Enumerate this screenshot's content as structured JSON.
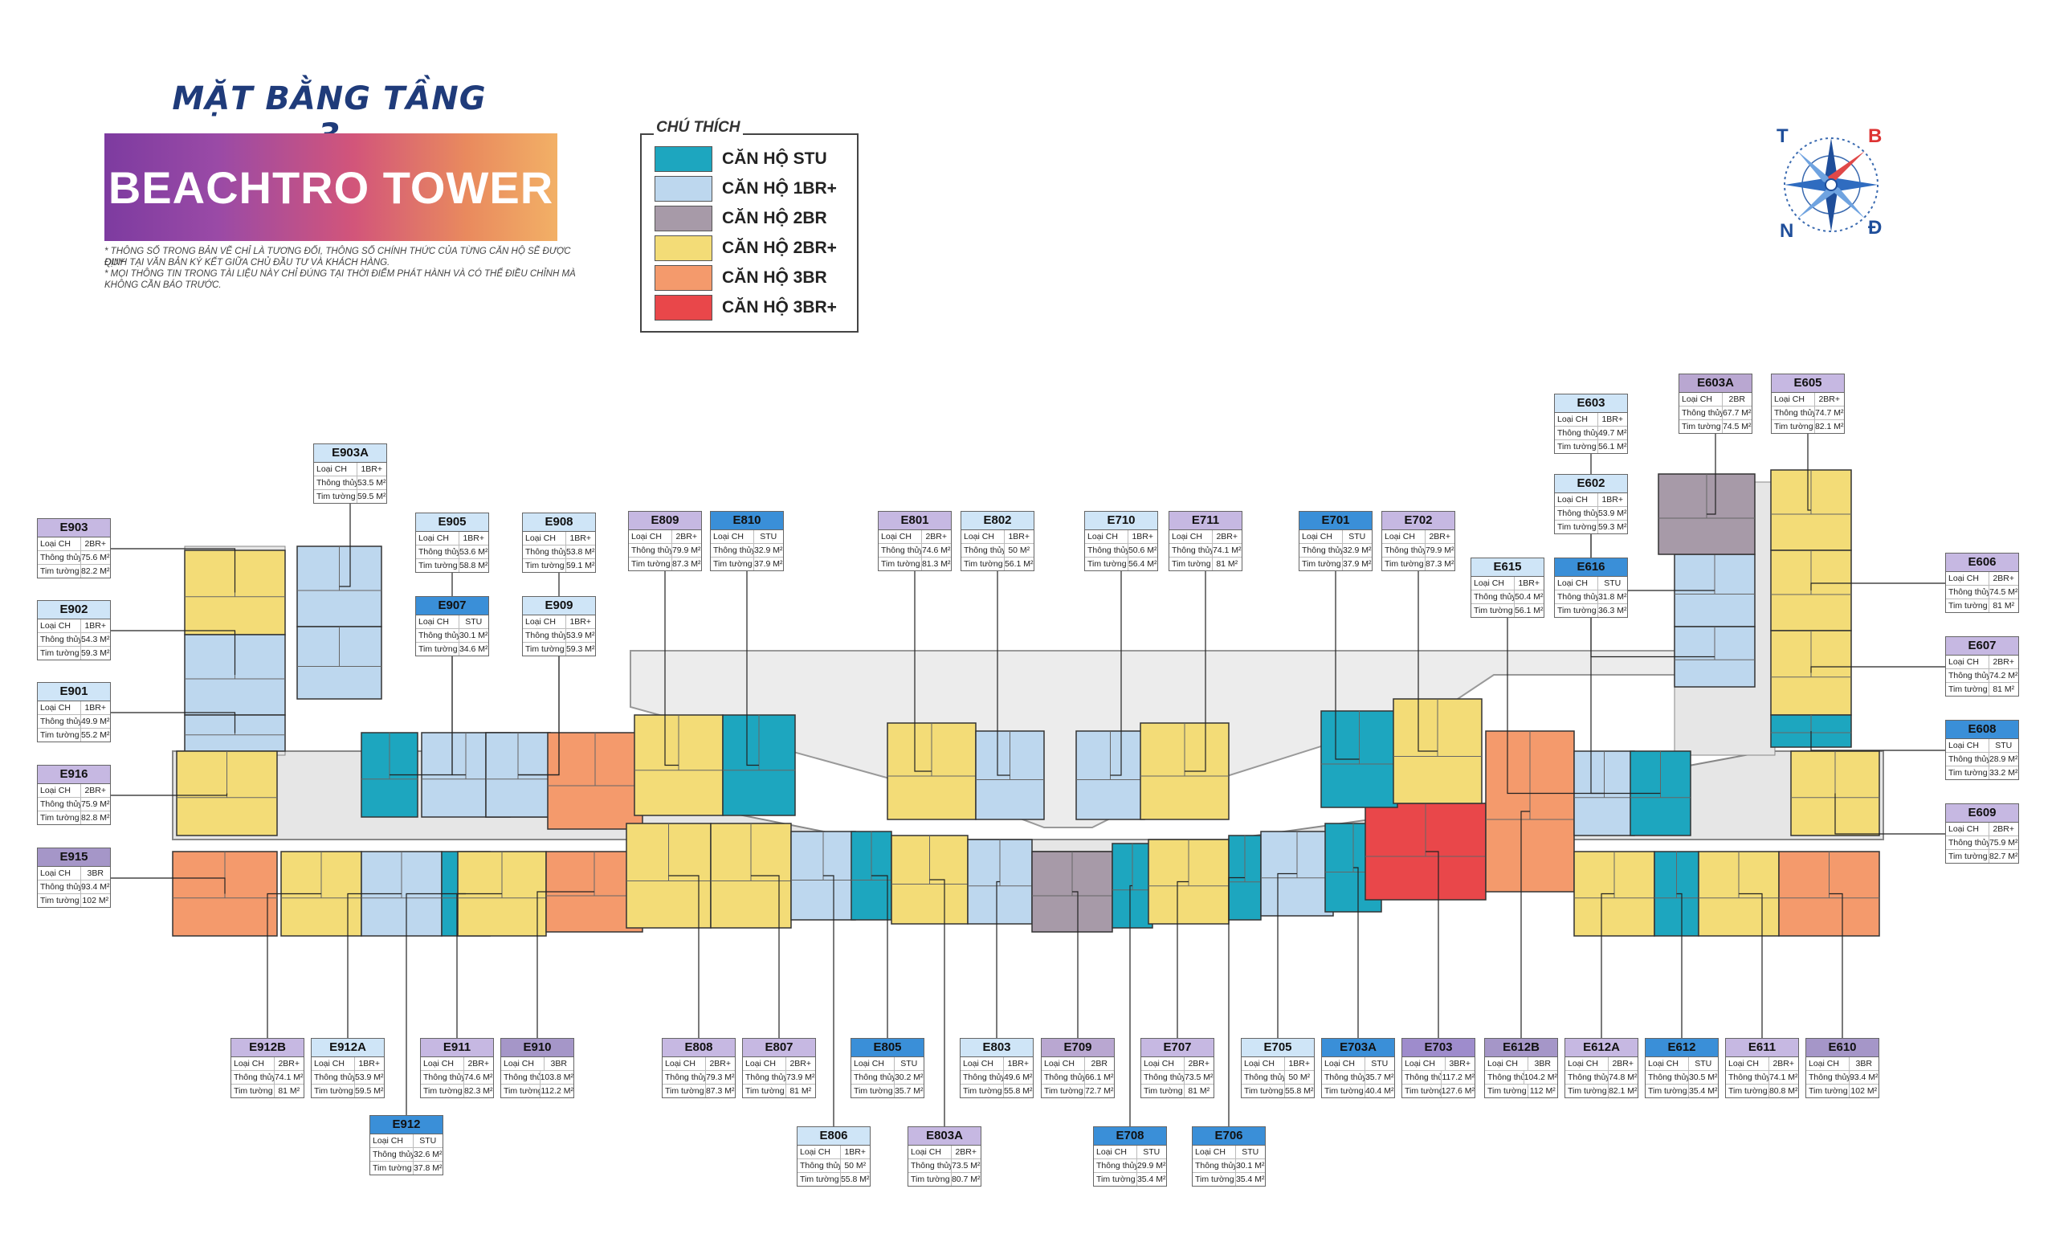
{
  "title": "MẶT BẰNG TẦNG 3",
  "banner": "BEACHTRO TOWER",
  "notes": [
    "* THÔNG SỐ TRONG BẢN VẼ CHỈ LÀ TƯƠNG ĐỐI, THÔNG SỐ CHÍNH THỨC CỦA TỪNG CĂN HỘ SẼ ĐƯỢC QUY",
    "ĐỊNH TẠI VĂN BẢN KÝ KẾT  GIỮA CHỦ ĐẦU TƯ VÀ KHÁCH HÀNG.",
    "* MỌI THÔNG TIN TRONG TÀI LIỆU NÀY CHỈ ĐÚNG TẠI THỜI ĐIỂM PHÁT HÀNH VÀ CÓ THỂ ĐIỀU CHỈNH MÀ",
    "KHÔNG CẦN BÁO TRƯỚC."
  ],
  "legend": {
    "title": "CHÚ THÍCH",
    "items": [
      {
        "label": "CĂN HỘ STU",
        "color": "#1da6bf"
      },
      {
        "label": "CĂN HỘ 1BR+",
        "color": "#bdd7ee"
      },
      {
        "label": "CĂN HỘ 2BR",
        "color": "#a79aa8"
      },
      {
        "label": "CĂN HỘ 2BR+",
        "color": "#f3dc77"
      },
      {
        "label": "CĂN HỘ 3BR",
        "color": "#f49a6c"
      },
      {
        "label": "CĂN HỘ 3BR+",
        "color": "#e9474a"
      }
    ]
  },
  "compass": {
    "n_top": "T",
    "b": "B",
    "n": "N",
    "d": "Đ"
  },
  "row_labels": {
    "type": "Loại CH",
    "net": "Thông thủy",
    "gross": "Tim tường"
  },
  "header_colors": {
    "STU": "#3a8fd8",
    "1BR+": "#cfe5f7",
    "2BR": "#b9a7d1",
    "2BR+": "#c6b8e2",
    "3BR": "#a596c8",
    "3BR+": "#9e8ccc"
  },
  "units": [
    {
      "code": "E903A",
      "type": "1BR+",
      "net": "53.5 M²",
      "gross": "59.5 M²"
    },
    {
      "code": "E903",
      "type": "2BR+",
      "net": "75.6 M²",
      "gross": "82.2 M²"
    },
    {
      "code": "E902",
      "type": "1BR+",
      "net": "54.3 M²",
      "gross": "59.3 M²"
    },
    {
      "code": "E901",
      "type": "1BR+",
      "net": "49.9 M²",
      "gross": "55.2 M²"
    },
    {
      "code": "E916",
      "type": "2BR+",
      "net": "75.9 M²",
      "gross": "82.8 M²"
    },
    {
      "code": "E915",
      "type": "3BR",
      "net": "93.4 M²",
      "gross": "102 M²"
    },
    {
      "code": "E905",
      "type": "1BR+",
      "net": "53.6 M²",
      "gross": "58.8 M²"
    },
    {
      "code": "E908",
      "type": "1BR+",
      "net": "53.8 M²",
      "gross": "59.1 M²"
    },
    {
      "code": "E907",
      "type": "STU",
      "net": "30.1 M²",
      "gross": "34.6 M²"
    },
    {
      "code": "E909",
      "type": "1BR+",
      "net": "53.9 M²",
      "gross": "59.3 M²"
    },
    {
      "code": "E809",
      "type": "2BR+",
      "net": "79.9 M²",
      "gross": "87.3 M²"
    },
    {
      "code": "E810",
      "type": "STU",
      "net": "32.9 M²",
      "gross": "37.9 M²"
    },
    {
      "code": "E801",
      "type": "2BR+",
      "net": "74.6 M²",
      "gross": "81.3 M²"
    },
    {
      "code": "E802",
      "type": "1BR+",
      "net": "50 M²",
      "gross": "56.1 M²"
    },
    {
      "code": "E710",
      "type": "1BR+",
      "net": "50.6 M²",
      "gross": "56.4 M²"
    },
    {
      "code": "E711",
      "type": "2BR+",
      "net": "74.1 M²",
      "gross": "81 M²"
    },
    {
      "code": "E701",
      "type": "STU",
      "net": "32.9 M²",
      "gross": "37.9 M²"
    },
    {
      "code": "E702",
      "type": "2BR+",
      "net": "79.9 M²",
      "gross": "87.3 M²"
    },
    {
      "code": "E615",
      "type": "1BR+",
      "net": "50.4 M²",
      "gross": "56.1 M²"
    },
    {
      "code": "E616",
      "type": "STU",
      "net": "31.8 M²",
      "gross": "36.3 M²"
    },
    {
      "code": "E603",
      "type": "1BR+",
      "net": "49.7 M²",
      "gross": "56.1 M²"
    },
    {
      "code": "E602",
      "type": "1BR+",
      "net": "53.9 M²",
      "gross": "59.3 M²"
    },
    {
      "code": "E603A",
      "type": "2BR",
      "net": "67.7 M²",
      "gross": "74.5 M²"
    },
    {
      "code": "E605",
      "type": "2BR+",
      "net": "74.7 M²",
      "gross": "82.1 M²"
    },
    {
      "code": "E606",
      "type": "2BR+",
      "net": "74.5 M²",
      "gross": "81 M²"
    },
    {
      "code": "E607",
      "type": "2BR+",
      "net": "74.2 M²",
      "gross": "81 M²"
    },
    {
      "code": "E608",
      "type": "STU",
      "net": "28.9 M²",
      "gross": "33.2 M²"
    },
    {
      "code": "E609",
      "type": "2BR+",
      "net": "75.9 M²",
      "gross": "82.7 M²"
    },
    {
      "code": "E912B",
      "type": "2BR+",
      "net": "74.1 M²",
      "gross": "81 M²"
    },
    {
      "code": "E912A",
      "type": "1BR+",
      "net": "53.9 M²",
      "gross": "59.5 M²"
    },
    {
      "code": "E911",
      "type": "2BR+",
      "net": "74.6 M²",
      "gross": "82.3 M²"
    },
    {
      "code": "E910",
      "type": "3BR",
      "net": "103.8 M²",
      "gross": "112.2 M²"
    },
    {
      "code": "E912",
      "type": "STU",
      "net": "32.6 M²",
      "gross": "37.8 M²"
    },
    {
      "code": "E808",
      "type": "2BR+",
      "net": "79.3 M²",
      "gross": "87.3 M²"
    },
    {
      "code": "E807",
      "type": "2BR+",
      "net": "73.9 M²",
      "gross": "81 M²"
    },
    {
      "code": "E805",
      "type": "STU",
      "net": "30.2 M²",
      "gross": "35.7 M²"
    },
    {
      "code": "E806",
      "type": "1BR+",
      "net": "50 M²",
      "gross": "55.8 M²"
    },
    {
      "code": "E803",
      "type": "1BR+",
      "net": "49.6 M²",
      "gross": "55.8 M²"
    },
    {
      "code": "E803A",
      "type": "2BR+",
      "net": "73.5 M²",
      "gross": "80.7 M²"
    },
    {
      "code": "E709",
      "type": "2BR",
      "net": "66.1 M²",
      "gross": "72.7 M²"
    },
    {
      "code": "E707",
      "type": "2BR+",
      "net": "73.5 M²",
      "gross": "81 M²"
    },
    {
      "code": "E708",
      "type": "STU",
      "net": "29.9 M²",
      "gross": "35.4 M²"
    },
    {
      "code": "E705",
      "type": "1BR+",
      "net": "50 M²",
      "gross": "55.8 M²"
    },
    {
      "code": "E706",
      "type": "STU",
      "net": "30.1 M²",
      "gross": "35.4 M²"
    },
    {
      "code": "E703A",
      "type": "STU",
      "net": "35.7 M²",
      "gross": "40.4 M²"
    },
    {
      "code": "E703",
      "type": "3BR+",
      "net": "117.2 M²",
      "gross": "127.6 M²"
    },
    {
      "code": "E612B",
      "type": "3BR",
      "net": "104.2 M²",
      "gross": "112 M²"
    },
    {
      "code": "E612A",
      "type": "2BR+",
      "net": "74.8 M²",
      "gross": "82.1 M²"
    },
    {
      "code": "E612",
      "type": "STU",
      "net": "30.5 M²",
      "gross": "35.4 M²"
    },
    {
      "code": "E611",
      "type": "2BR+",
      "net": "74.1 M²",
      "gross": "80.8 M²"
    },
    {
      "code": "E610",
      "type": "3BR",
      "net": "93.4 M²",
      "gross": "102 M²"
    }
  ]
}
